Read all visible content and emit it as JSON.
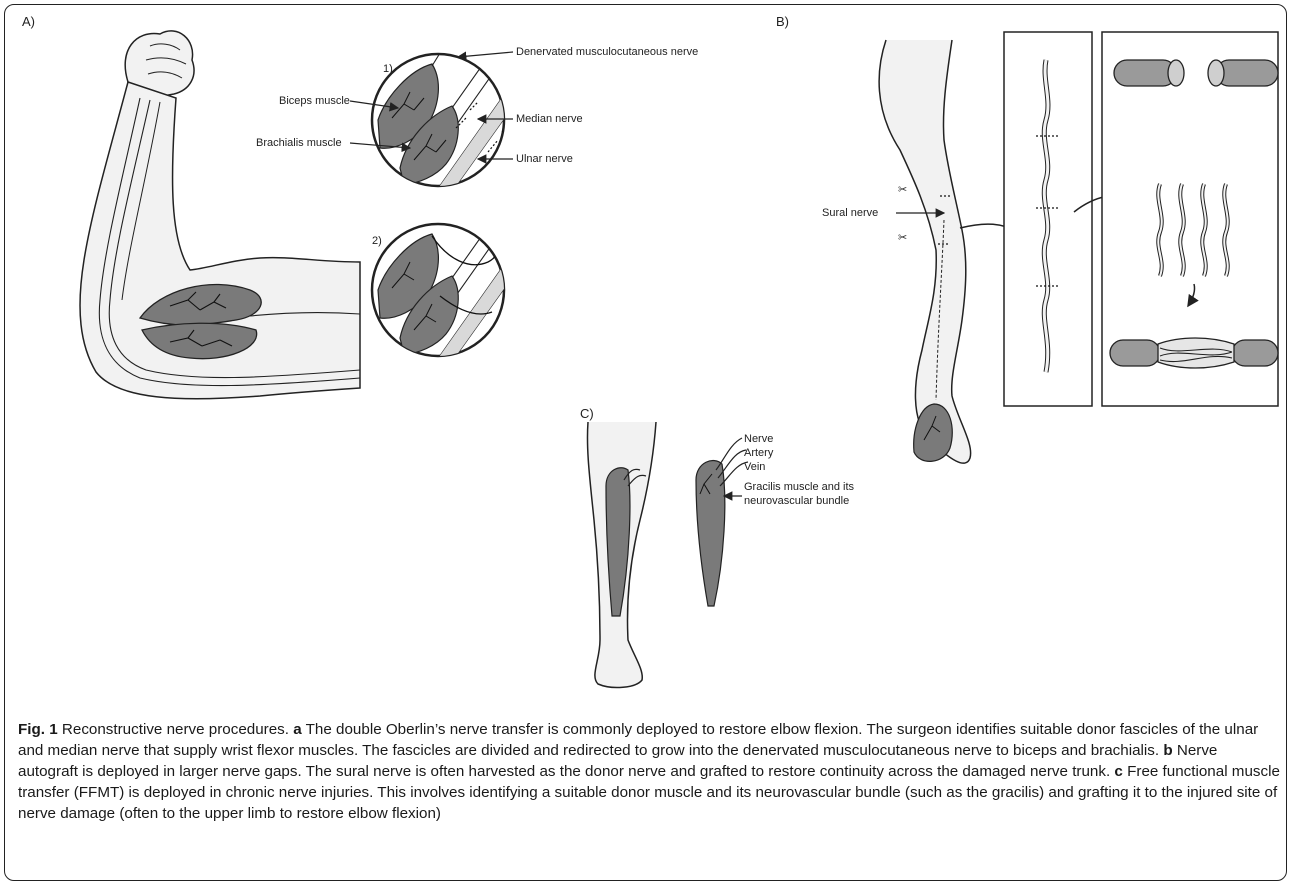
{
  "panels": {
    "a": {
      "label": "A)",
      "sub1_label": "1)",
      "sub2_label": "2)",
      "labels": {
        "denervated": "Denervated musculocutaneous nerve",
        "biceps": "Biceps muscle",
        "median": "Median nerve",
        "brachialis": "Brachialis muscle",
        "ulnar": "Ulnar nerve"
      }
    },
    "b": {
      "label": "B)",
      "labels": {
        "sural": "Sural nerve"
      }
    },
    "c": {
      "label": "C)",
      "labels": {
        "nerve": "Nerve",
        "artery": "Artery",
        "vein": "Vein",
        "gracilis_line1": "Gracilis muscle and its",
        "gracilis_line2": "neurovascular bundle"
      }
    }
  },
  "caption": {
    "fig_label": "Fig. 1",
    "title": "Reconstructive nerve procedures.",
    "a_key": "a",
    "a_text": "The double Oberlin’s nerve transfer is commonly deployed to restore elbow flexion. The surgeon identifies suitable donor fascicles of the ulnar and median nerve that supply wrist flexor muscles. The fascicles are divided and redirected to grow into the denervated musculocutaneous nerve to biceps and brachialis.",
    "b_key": "b",
    "b_text": "Nerve autograft is deployed in larger nerve gaps. The sural nerve is often harvested as the donor nerve and grafted to restore continuity across the damaged nerve trunk.",
    "c_key": "c",
    "c_text": "Free functional muscle transfer (FFMT) is deployed in chronic nerve injuries. This involves identifying a suitable donor muscle and its neurovascular bundle (such as the gracilis) and grafting it to the injured site of nerve damage (often to the upper limb to restore elbow flexion)"
  },
  "colors": {
    "muscle": "#7a7a7a",
    "skin": "#f2f2f2",
    "outline": "#222222"
  }
}
